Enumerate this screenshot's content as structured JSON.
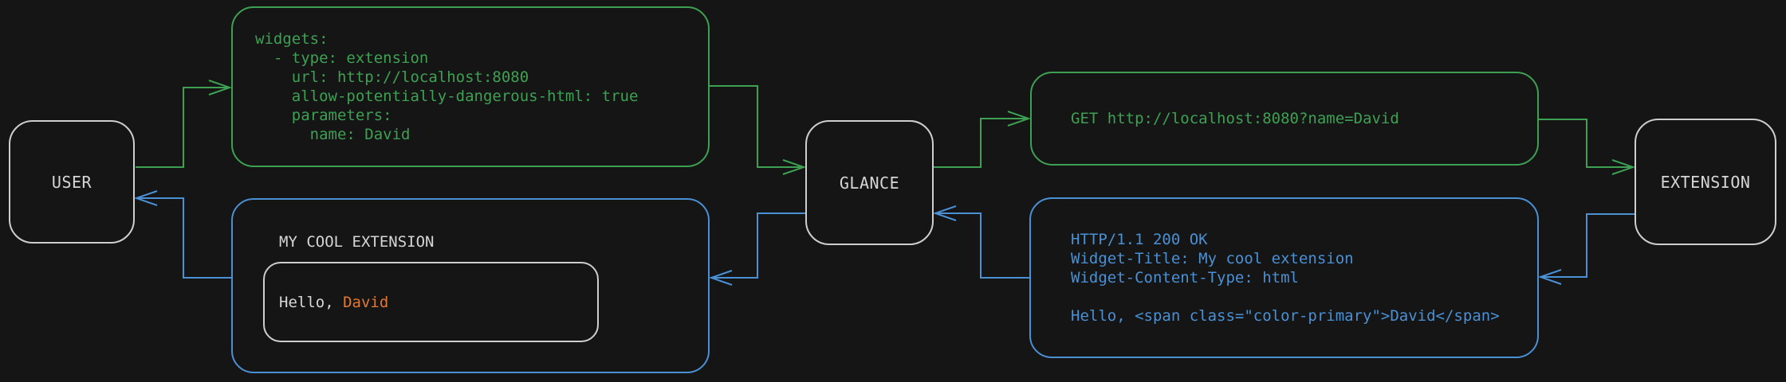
{
  "colors": {
    "background": "#151515",
    "green": "#3da053",
    "blue": "#4a90d4",
    "orange": "#e4782f",
    "node_border": "#cecece",
    "text_light": "#d6d6d6"
  },
  "nodes": {
    "user": {
      "label": "USER"
    },
    "glance": {
      "label": "GLANCE"
    },
    "extension": {
      "label": "EXTENSION"
    }
  },
  "messages": {
    "config_yaml": {
      "lines": [
        "widgets:",
        "  - type: extension",
        "    url: http://localhost:8080",
        "    allow-potentially-dangerous-html: true",
        "    parameters:",
        "      name: David"
      ]
    },
    "http_request": {
      "text": "GET http://localhost:8080?name=David"
    },
    "http_response": {
      "lines": [
        "HTTP/1.1 200 OK",
        "Widget-Title: My cool extension",
        "Widget-Content-Type: html",
        "",
        "Hello, <span class=\"color-primary\">David</span>"
      ]
    },
    "widget_preview": {
      "title": "MY COOL EXTENSION",
      "greeting_prefix": "Hello, ",
      "greeting_name": "David"
    }
  }
}
